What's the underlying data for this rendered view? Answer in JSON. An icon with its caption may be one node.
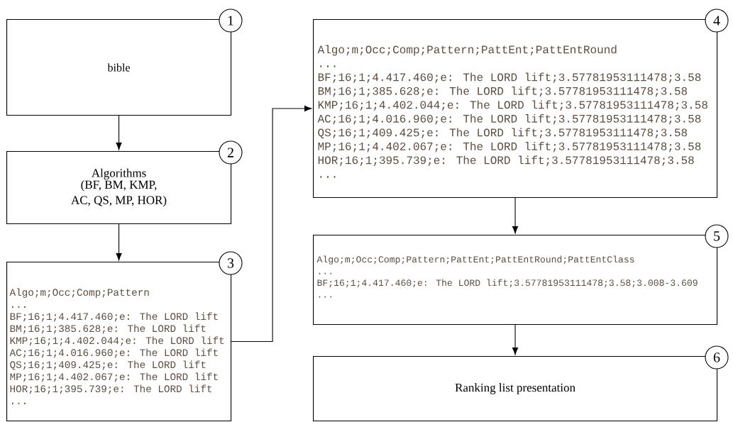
{
  "diagram": {
    "nodes": [
      {
        "text": [
          "bible"
        ],
        "beside": [
          "1"
        ]
      },
      {
        "text": [
          "Algorithms",
          "(BF, BM, KMP, AC, QS, MP, HOR)"
        ],
        "beside": [
          "2"
        ]
      },
      {
        "text": [
          "Algo;m;Occ;Comp;Pattern",
          "...",
          "BF;16;1;4.417.460;e: The LORD lift",
          "BM;16;1;385.628;e: The LORD lift",
          "KMP;16;1;4.402.044;e: The LORD lift",
          "AC;16;1;4.016.960;e: The LORD lift",
          "QS;16;1;409.425;e: The LORD lift",
          "MP;16;1;4.402.067;e: The LORD lift",
          "HOR;16;1;395.739;e: The LORD lift",
          "..."
        ],
        "beside": [
          "3"
        ]
      },
      {
        "text": [
          "Algo;m;Occ;Comp;Pattern;PattEnt;PattEntRound",
          "...",
          "BF;16;1;4.417.460;e: The LORD lift;3.57781953111478;3.58",
          "BM;16;1;385.628;e: The LORD lift;3.57781953111478;3.58",
          "KMP;16;1;4.402.044;e: The LORD lift;3.57781953111478;3.58",
          "AC;16;1;4.016.960;e: The LORD lift;3.57781953111478;3.58",
          "QS;16;1;409.425;e: The LORD lift;3.57781953111478;3.58",
          "MP;16;1;4.402.067;e: The LORD lift;3.57781953111478;3.58",
          "HOR;16;1;395.739;e: The LORD lift;3.57781953111478;3.58",
          "..."
        ],
        "beside": [
          "4"
        ]
      },
      {
        "text": [
          "Algo;m;Occ;Comp;Pattern;PattEnt;PattEntRound;PattEntClass",
          "...",
          "BF;16;1;4.417.460;e: The LORD lift;3.57781953111478;3.58;3.008-3.609",
          "..."
        ],
        "beside": [
          "5"
        ]
      },
      {
        "text": [
          "Ranking list presentation"
        ],
        "beside": [
          "6"
        ]
      }
    ],
    "edges": [
      {
        "from": 0,
        "to": 1,
        "arrow": "to"
      },
      {
        "from": 1,
        "to": 2,
        "arrow": "to"
      },
      {
        "from": 2,
        "to": 3,
        "arrow": "to"
      },
      {
        "from": 3,
        "to": 4,
        "arrow": "to"
      },
      {
        "from": 4,
        "to": 5,
        "arrow": "to"
      }
    ]
  }
}
